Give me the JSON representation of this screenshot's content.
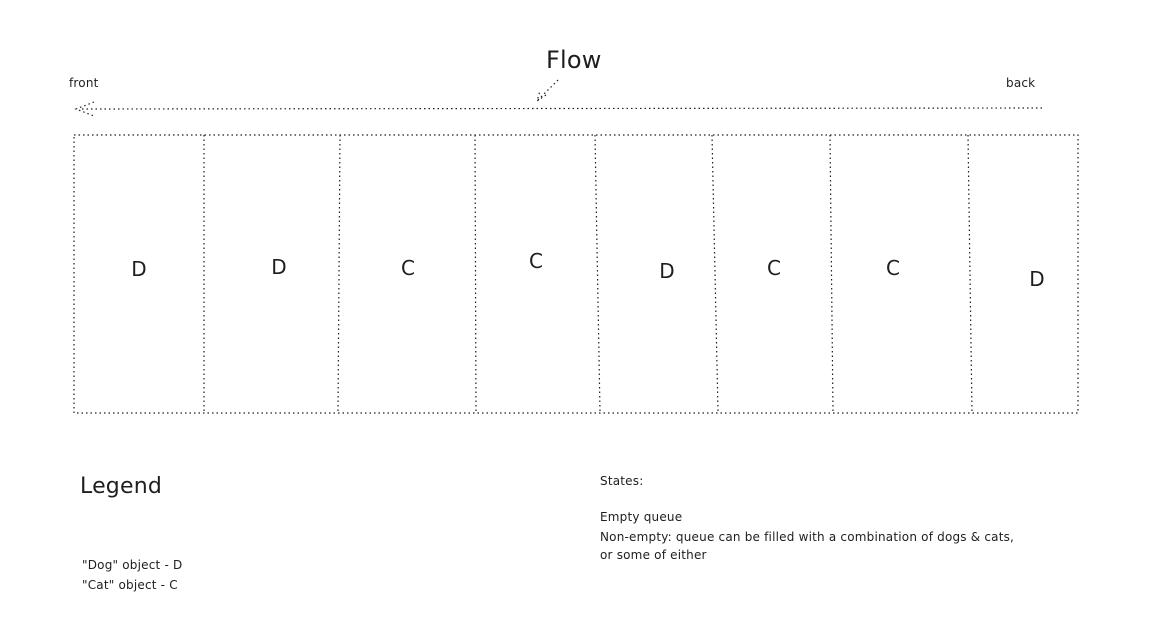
{
  "flow": {
    "title": "Flow",
    "front_label": "front",
    "back_label": "back"
  },
  "queue": {
    "cells": [
      "D",
      "D",
      "C",
      "C",
      "D",
      "C",
      "C",
      "D"
    ]
  },
  "legend": {
    "title": "Legend",
    "items": [
      "\"Dog\" object - D",
      "\"Cat\" object - C"
    ]
  },
  "states": {
    "title": "States:",
    "lines": [
      "Empty queue",
      "Non-empty: queue can be filled with a combination of dogs & cats,",
      "or some of either"
    ]
  },
  "style": {
    "stroke_color": "#1e1e1e",
    "background": "#ffffff"
  }
}
